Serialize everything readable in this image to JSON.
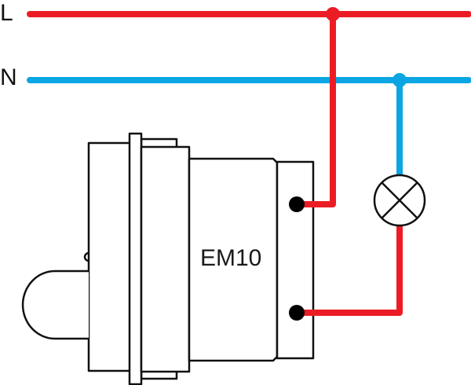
{
  "diagram": {
    "title": "",
    "lines": [
      {
        "id": "live",
        "label": "L",
        "color": "#ec1c24"
      },
      {
        "id": "neutral",
        "label": "N",
        "color": "#0aa5e2"
      }
    ],
    "device": {
      "label": "EM10",
      "terminals": 2
    },
    "components": [
      {
        "type": "lamp",
        "symbol": "circle-with-x"
      }
    ],
    "connections": [
      {
        "from": "L",
        "to": "device-terminal-1",
        "color": "#ec1c24"
      },
      {
        "from": "N",
        "to": "lamp",
        "color": "#0aa5e2"
      },
      {
        "from": "lamp",
        "to": "device-terminal-2",
        "color": "#ec1c24"
      }
    ],
    "colors": {
      "live": "#ec1c24",
      "neutral": "#0aa5e2",
      "outline": "#000000",
      "terminal": "#000000"
    }
  }
}
